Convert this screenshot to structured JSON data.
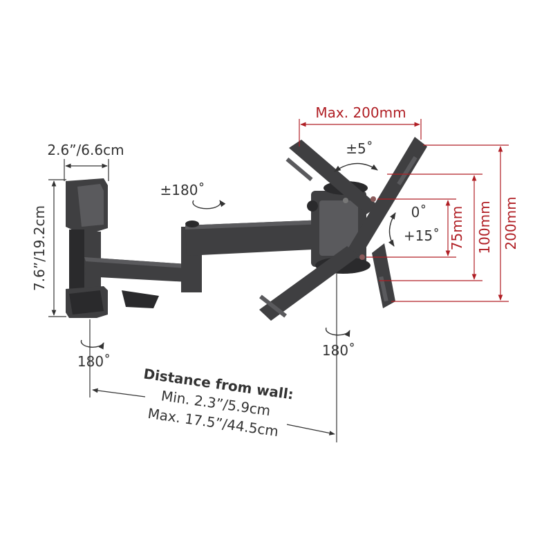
{
  "colors": {
    "accent_red": "#b01e24",
    "text": "#333333",
    "metal": "#3f3f41"
  },
  "wall_plate": {
    "width_label": "2.6”/6.6cm",
    "height_label": "7.6”/19.2cm",
    "swivel_label": "180˚"
  },
  "arm": {
    "swivel_label": "±180˚"
  },
  "head": {
    "rotation_label": "±5˚",
    "tilt_top_label": "0˚",
    "tilt_bottom_label": "+15˚",
    "swivel_label": "180˚"
  },
  "vesa": {
    "width_label": "Max. 200mm",
    "heights": [
      "75mm",
      "100mm",
      "200mm"
    ]
  },
  "distance": {
    "title": "Distance from wall:",
    "min_label": "Min. 2.3”/5.9cm",
    "max_label": "Max. 17.5”/44.5cm"
  }
}
